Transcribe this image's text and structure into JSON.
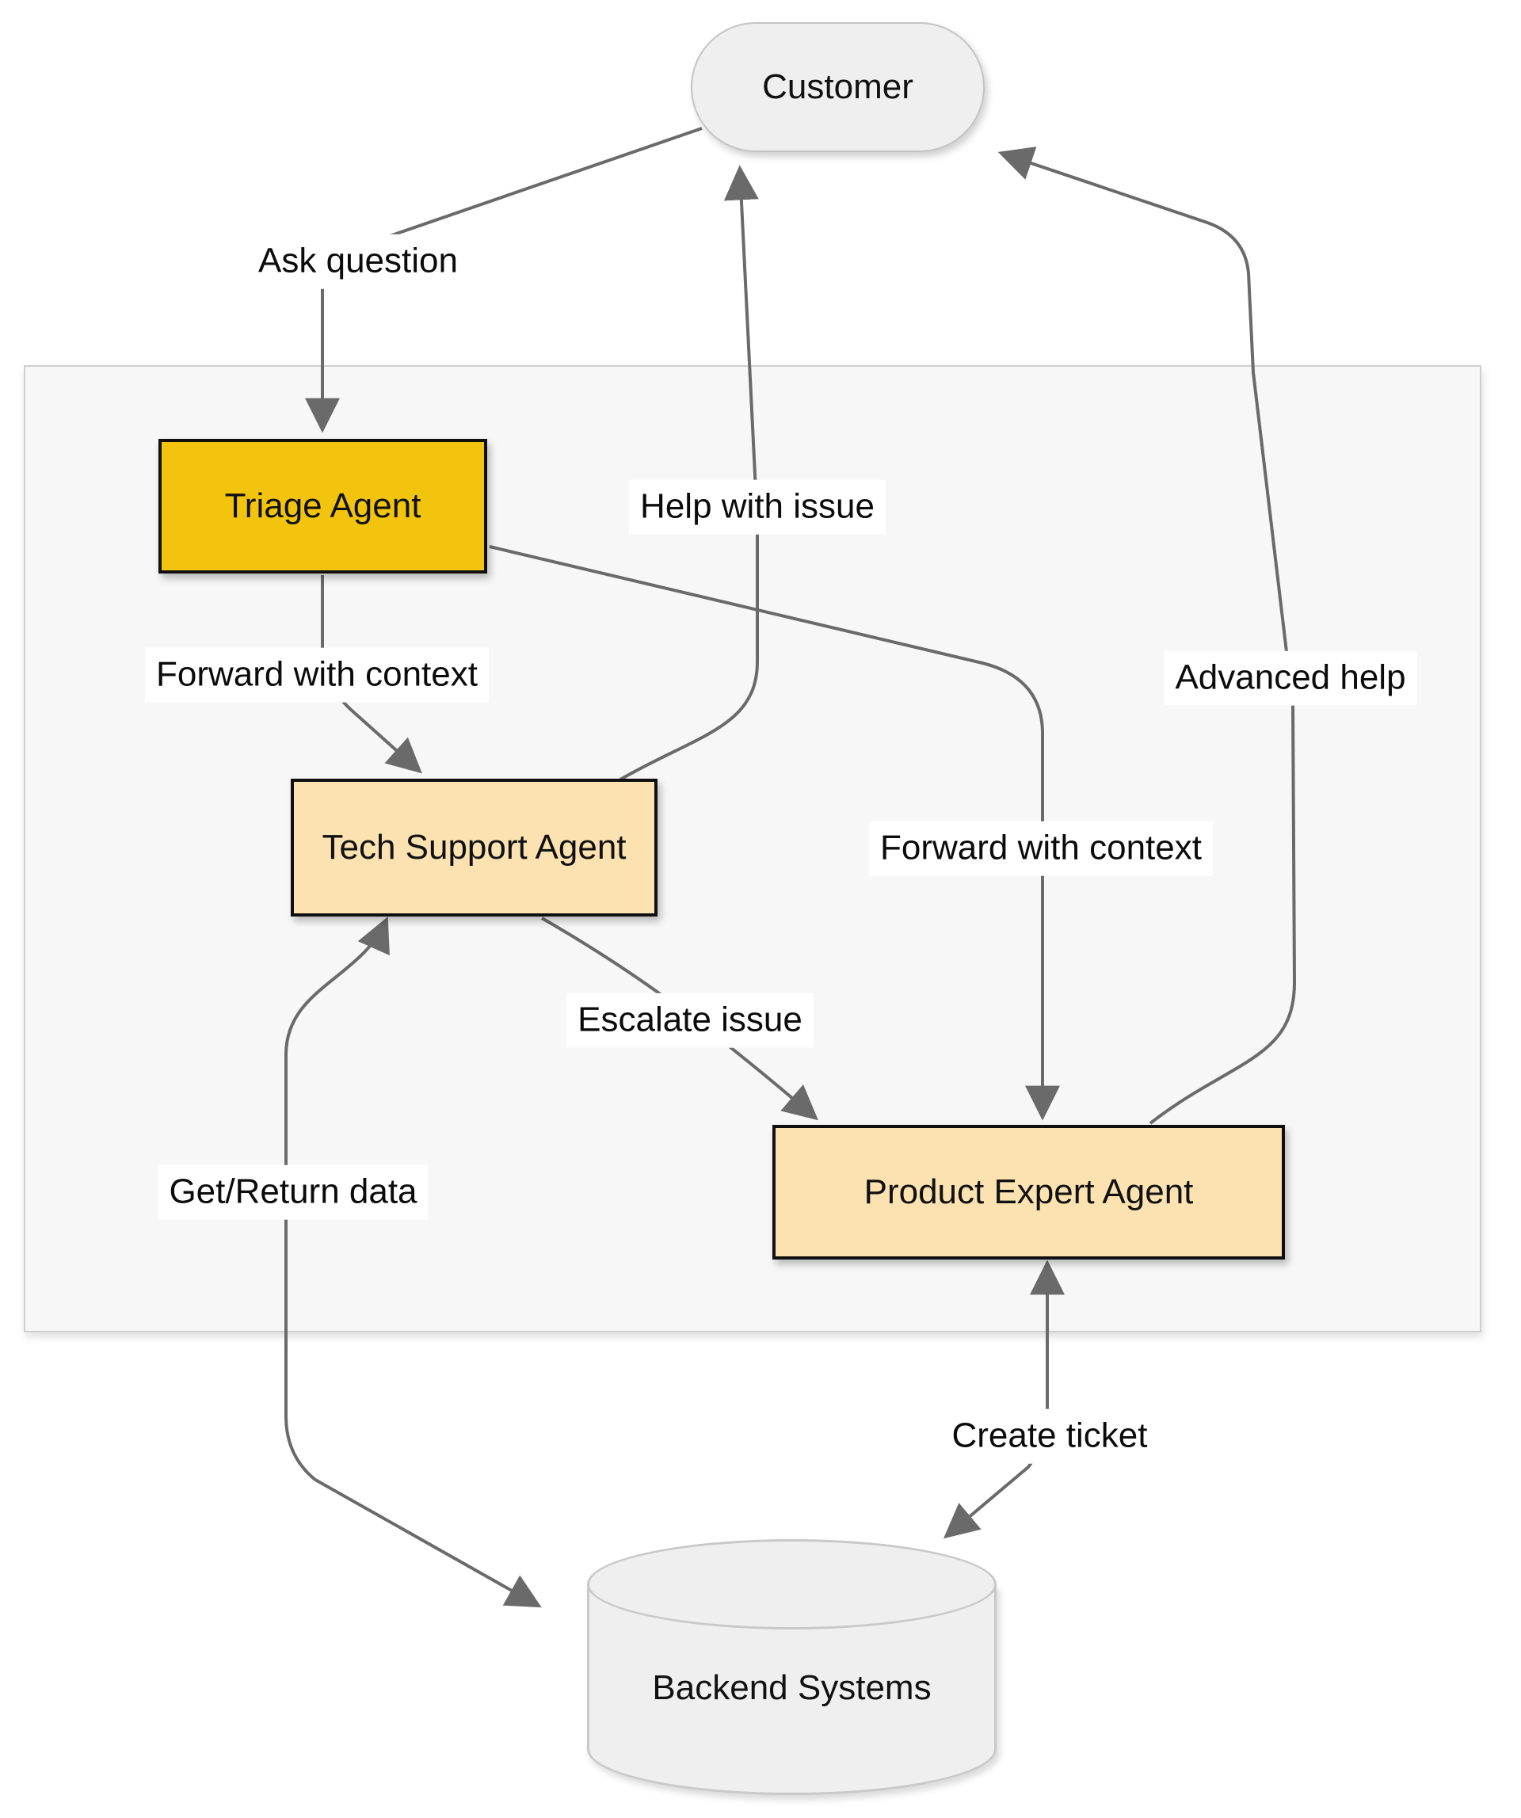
{
  "diagram": {
    "type": "flowchart",
    "nodes": {
      "customer": {
        "label": "Customer",
        "shape": "stadium",
        "fill": "#efefef"
      },
      "triage_agent": {
        "label": "Triage Agent",
        "shape": "rect",
        "fill": "#f2c40e"
      },
      "tech_support_agent": {
        "label": "Tech Support Agent",
        "shape": "rect",
        "fill": "#fbe2b0"
      },
      "product_expert_agent": {
        "label": "Product Expert Agent",
        "shape": "rect",
        "fill": "#fbe2b0"
      },
      "backend_systems": {
        "label": "Backend Systems",
        "shape": "cylinder",
        "fill": "#efefef"
      }
    },
    "edges": [
      {
        "from": "customer",
        "to": "triage_agent",
        "label": "Ask question",
        "bidirectional": false
      },
      {
        "from": "triage_agent",
        "to": "tech_support_agent",
        "label": "Forward with context",
        "bidirectional": false
      },
      {
        "from": "tech_support_agent",
        "to": "customer",
        "label": "Help with issue",
        "bidirectional": false
      },
      {
        "from": "triage_agent",
        "to": "product_expert_agent",
        "label": "Forward with context",
        "bidirectional": false
      },
      {
        "from": "product_expert_agent",
        "to": "customer",
        "label": "Advanced help",
        "bidirectional": false
      },
      {
        "from": "tech_support_agent",
        "to": "product_expert_agent",
        "label": "Escalate issue",
        "bidirectional": false
      },
      {
        "from": "tech_support_agent",
        "to": "backend_systems",
        "label": "Get/Return data",
        "bidirectional": true
      },
      {
        "from": "product_expert_agent",
        "to": "backend_systems",
        "label": "Create ticket",
        "bidirectional": true
      }
    ],
    "colors": {
      "triage_fill": "#f2c40e",
      "agent_fill": "#fbe2b0",
      "neutral_node_fill": "#efefef",
      "node_border": "#101010",
      "neutral_node_border": "#c4c4c4",
      "edge_stroke": "#6a6a6a",
      "container_fill": "#f7f7f7",
      "container_border": "#cfcfcf",
      "label_background": "#ffffff"
    }
  }
}
